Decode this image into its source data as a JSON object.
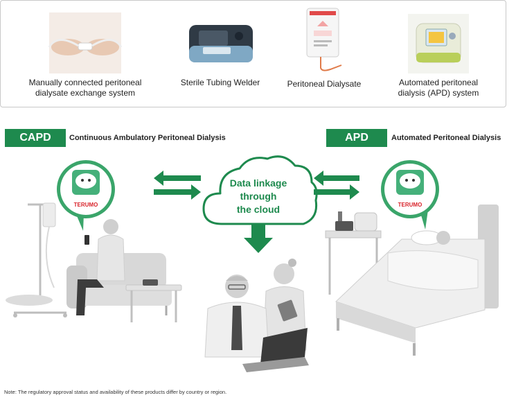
{
  "products": [
    {
      "icon": "manual-connection-photo",
      "label_lines": [
        "Manually connected peritoneal",
        "dialysate exchange system"
      ]
    },
    {
      "icon": "sterile-tubing-welder-photo",
      "label_lines": [
        "Sterile Tubing Welder"
      ]
    },
    {
      "icon": "dialysate-bag-photo",
      "label_lines": [
        "Peritoneal Dialysate"
      ]
    },
    {
      "icon": "apd-machine-photo",
      "label_lines": [
        "Automated peritoneal",
        "dialysis (APD) system"
      ]
    }
  ],
  "modes": {
    "capd": {
      "badge": "CAPD",
      "description": "Continuous Ambulatory Peritoneal Dialysis"
    },
    "apd": {
      "badge": "APD",
      "description": "Automated Peritoneal Dialysis"
    }
  },
  "cloud": {
    "lines": [
      "Data linkage",
      "through",
      "the cloud"
    ]
  },
  "brand": {
    "name": "TERUMO"
  },
  "note": "Note: The regulatory approval status and availability of these products differ by country or region.",
  "colors": {
    "accent": "#1e8a4e",
    "bubble_fill": "#3aa56a",
    "illustration": "#d4d4d4"
  }
}
